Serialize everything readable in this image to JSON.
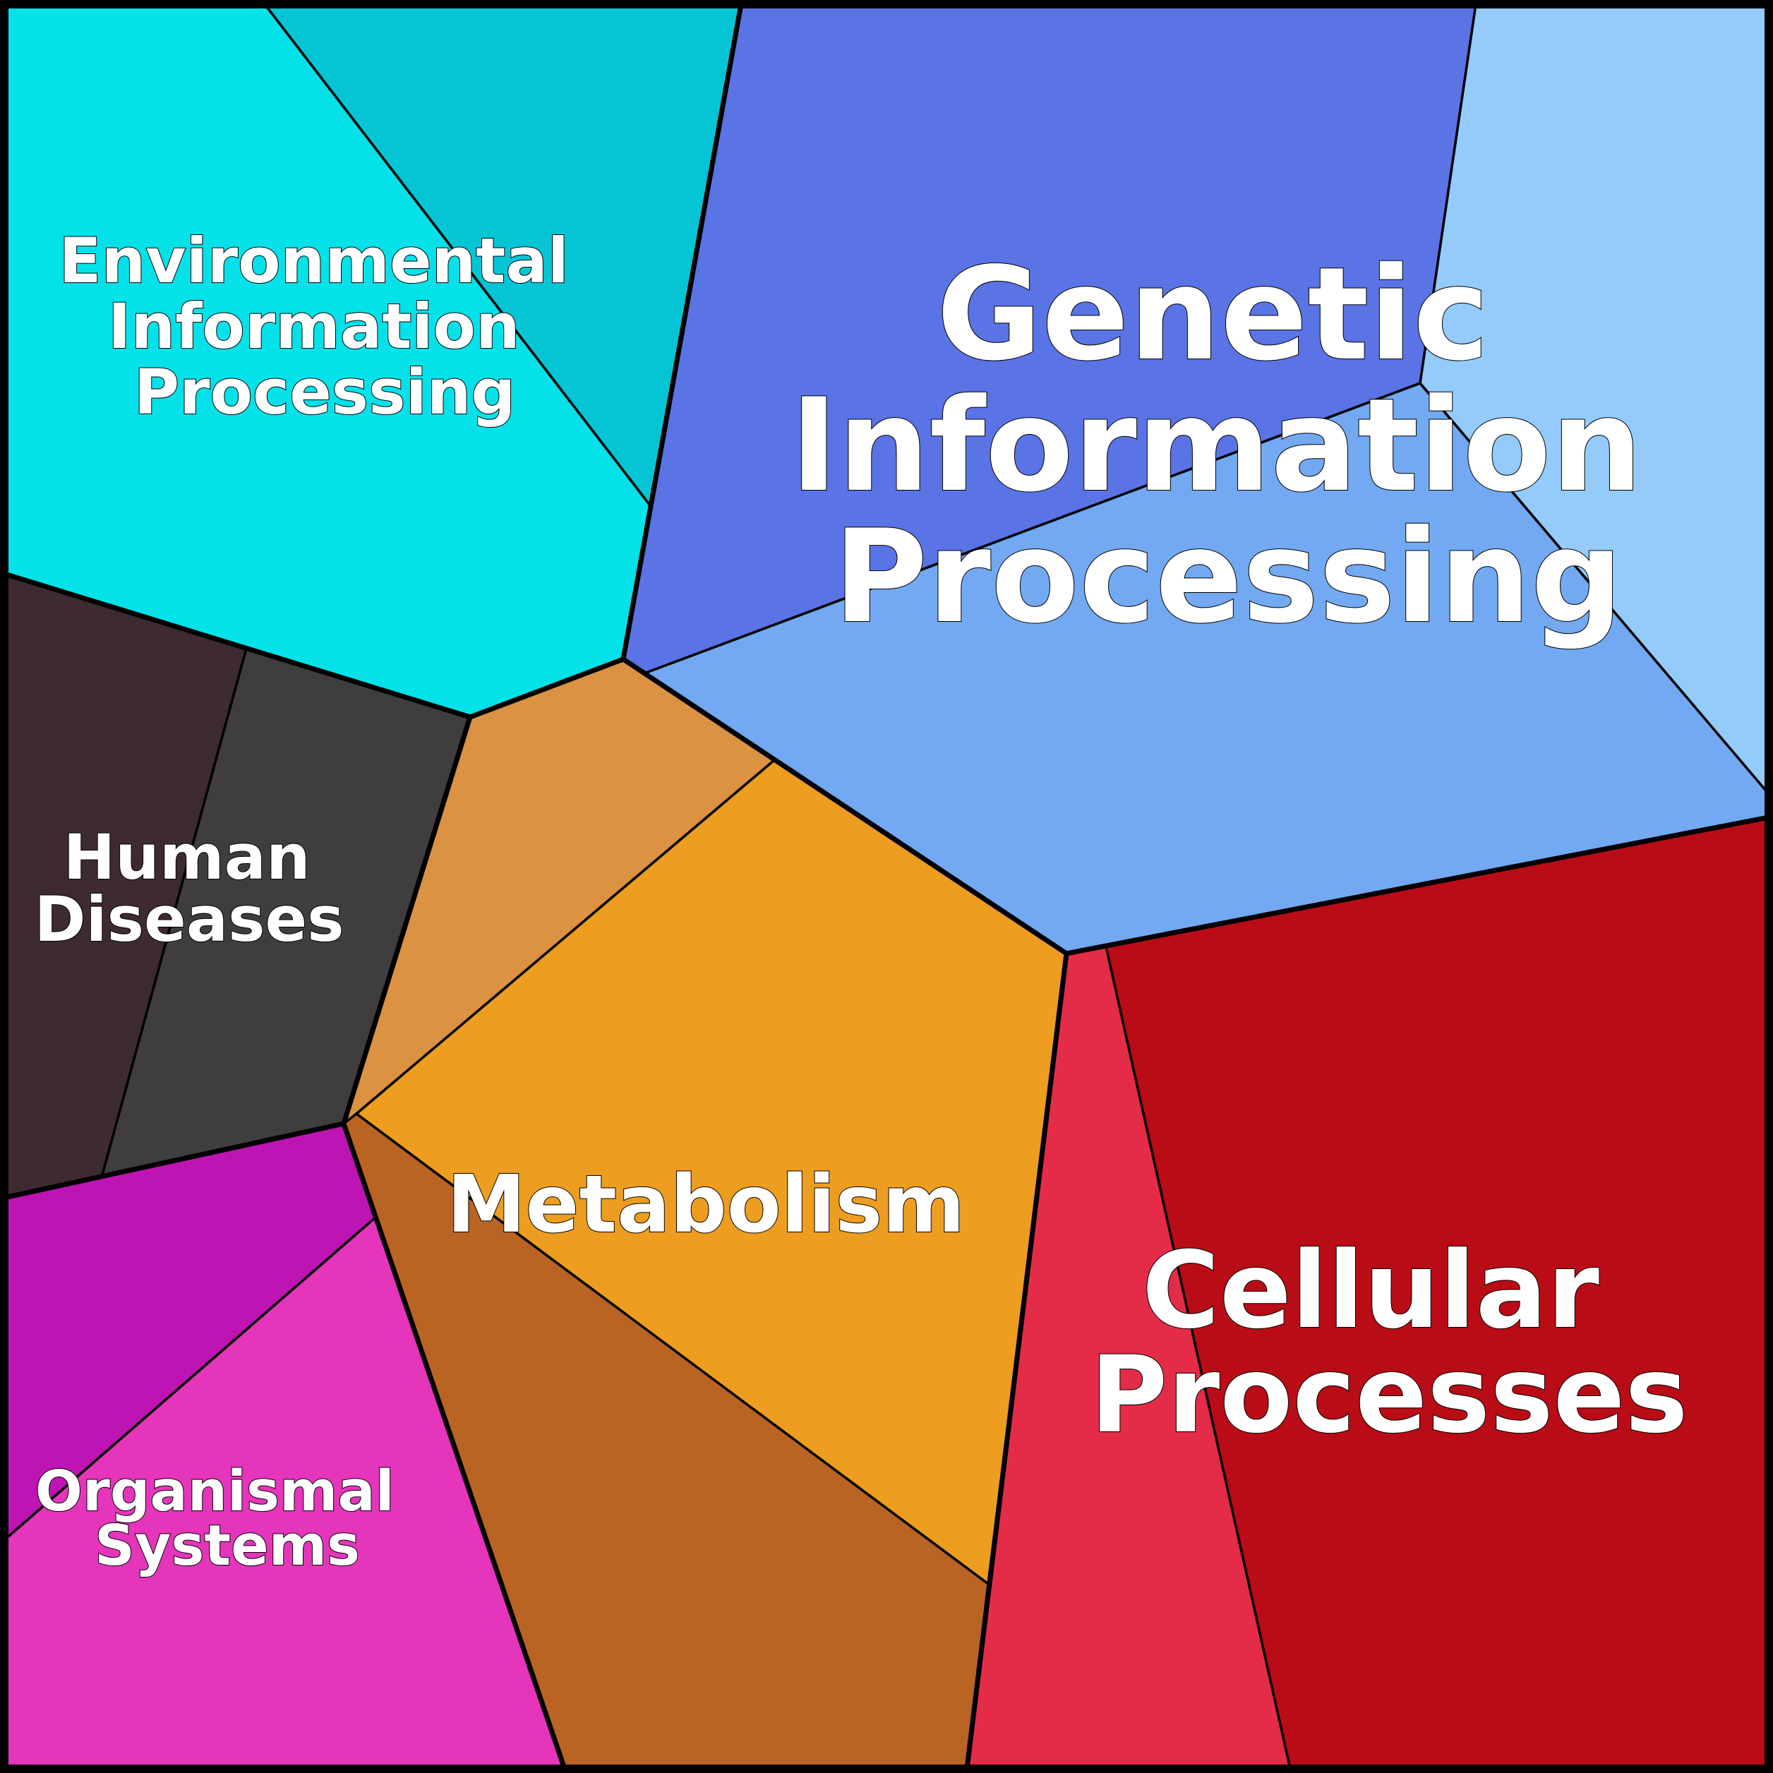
{
  "categories": [
    {
      "key": "env",
      "lines": [
        "Environmental",
        "Information",
        "Processing"
      ]
    },
    {
      "key": "gen",
      "lines": [
        "Genetic",
        "Information",
        "Processing"
      ]
    },
    {
      "key": "hum",
      "lines": [
        "Human",
        "Diseases"
      ]
    },
    {
      "key": "met",
      "lines": [
        "Metabolism"
      ]
    },
    {
      "key": "cel",
      "lines": [
        "Cellular",
        "Processes"
      ]
    },
    {
      "key": "org",
      "lines": [
        "Organismal",
        "Systems"
      ]
    }
  ],
  "colors": {
    "env_a": "#04e1e9",
    "env_b": "#05c5d5",
    "gen_a": "#5a74e6",
    "gen_b": "#94cbfb",
    "gen_c": "#72a9f2",
    "hum_a": "#3d2a33",
    "hum_b": "#403d3e",
    "met_a": "#db9242",
    "met_b": "#ed9d1f",
    "met_c": "#b96423",
    "cel_a": "#e42c48",
    "cel_b": "#b90c16",
    "org_a": "#be14b3",
    "org_b": "#e535bb"
  }
}
